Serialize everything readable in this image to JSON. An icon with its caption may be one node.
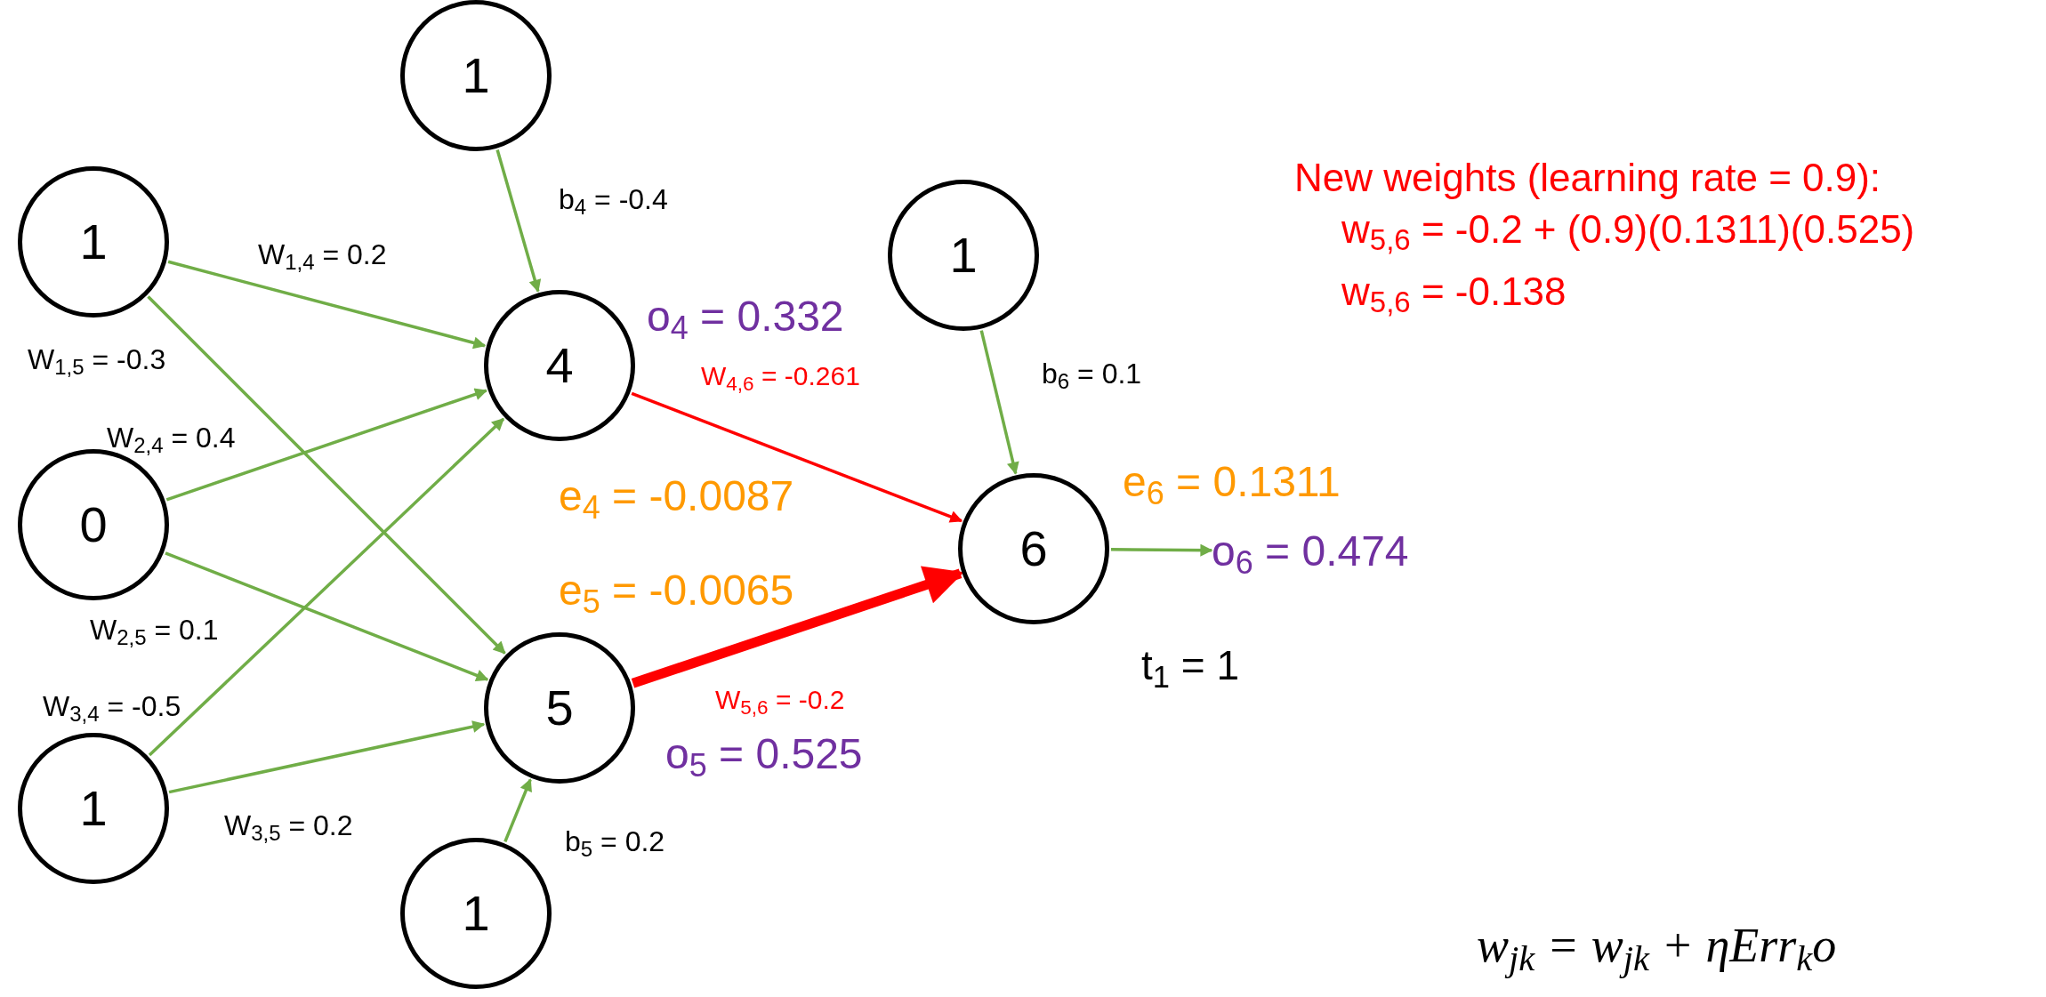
{
  "diagram": {
    "nodes": [
      {
        "text": [
          "1"
        ]
      },
      {
        "text": [
          "1"
        ]
      },
      {
        "text": [
          "0"
        ]
      },
      {
        "text": [
          "1"
        ]
      },
      {
        "text": [
          "4"
        ]
      },
      {
        "text": [
          "5"
        ]
      },
      {
        "text": [
          "1"
        ]
      },
      {
        "text": [
          "1"
        ]
      },
      {
        "text": [
          "6"
        ]
      },
      {
        "text": [
          "o$_{6}$ = 0.474"
        ]
      }
    ],
    "edges": [
      {
        "from": 1,
        "to": 4,
        "arrow": "to",
        "label": "W$_{1,4}$ = 0.2"
      },
      {
        "from": 1,
        "to": 5,
        "arrow": "to",
        "label": "W$_{1,5}$ = -0.3"
      },
      {
        "from": 2,
        "to": 4,
        "arrow": "to",
        "label": "W$_{2,4}$ = 0.4"
      },
      {
        "from": 2,
        "to": 5,
        "arrow": "to",
        "label": "W$_{2,5}$ = 0.1"
      },
      {
        "from": 3,
        "to": 4,
        "arrow": "to",
        "label": "W$_{3,4}$ = -0.5"
      },
      {
        "from": 3,
        "to": 5,
        "arrow": "to",
        "label": "W$_{3,5}$ = 0.2"
      },
      {
        "from": 0,
        "to": 4,
        "arrow": "to",
        "label": "b$_{4}$ = -0.4"
      },
      {
        "from": 6,
        "to": 5,
        "arrow": "to",
        "label": "b$_{5}$ = 0.2"
      },
      {
        "from": 4,
        "to": 8,
        "arrow": "to",
        "label": "W$_{4,6}$ = -0.261",
        "color": "#ff0000"
      },
      {
        "from": 5,
        "to": 8,
        "arrow": "to",
        "label": "W$_{5,6}$ = -0.2",
        "color": "#ff0000",
        "style": "thick"
      },
      {
        "from": 7,
        "to": 8,
        "arrow": "to",
        "label": "b$_{6}$ = 0.1"
      },
      {
        "from": 8,
        "to": 9,
        "arrow": "to"
      }
    ],
    "labels": [
      "o$_{4}$ = 0.332",
      "e$_{4}$ = -0.0087",
      "e$_{5}$ = -0.0065",
      "o$_{5}$ = 0.525",
      "e$_{6}$ = 0.1311",
      "t$_{1}$ = 1",
      "New weights (learning rate = 0.9):",
      "w$_{5,6}$ = -0.2 + (0.9)(0.1311)(0.525)",
      "w$_{5,6}$ = -0.138",
      "w$_{jk}$ = w$_{jk}$ + ηErr$_{k}$o"
    ]
  }
}
